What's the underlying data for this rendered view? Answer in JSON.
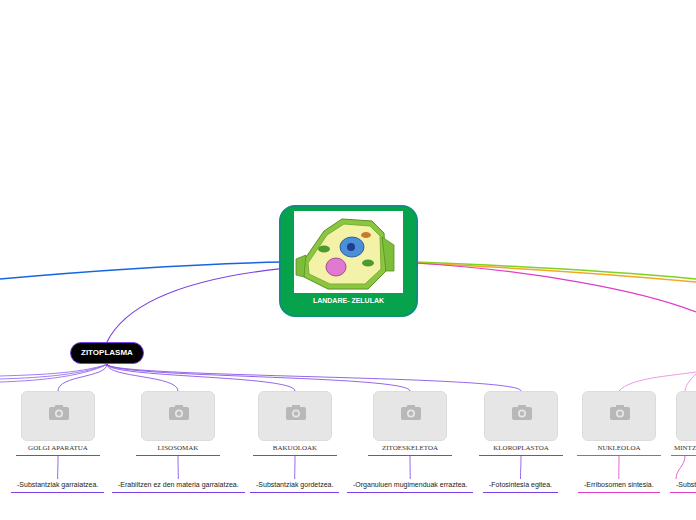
{
  "diagram": {
    "nodes": [
      {
        "text": [
          "LANDARE- ZELULAK"
        ]
      },
      {
        "text": [
          "ZITOPLASMA"
        ]
      },
      {
        "text": [
          "GOLGI APARATUA"
        ]
      },
      {
        "text": [
          "-Substantziak garraiatzea."
        ]
      },
      {
        "text": [
          "LISOSOMAK"
        ]
      },
      {
        "text": [
          "-Erabiltzen ez den materia garraiatzea."
        ]
      },
      {
        "text": [
          "BAKUOLOAK"
        ]
      },
      {
        "text": [
          "-Substantziak gordetzea."
        ]
      },
      {
        "text": [
          "ZITOESKELETOA"
        ]
      },
      {
        "text": [
          "-Organuluen mugimenduak erraztea."
        ]
      },
      {
        "text": [
          "KLOROPLASTOA"
        ]
      },
      {
        "text": [
          "-Fotosintesia egitea."
        ]
      },
      {
        "text": [
          "NUKLEOLOA"
        ]
      },
      {
        "text": [
          "-Erribosomen sintesia."
        ]
      },
      {
        "text": [
          "MINTZ"
        ]
      },
      {
        "text": [
          "-Subst"
        ]
      }
    ],
    "edges": [
      {
        "from": 0,
        "to": 1,
        "arrow": "none"
      },
      {
        "from": 1,
        "to": 2,
        "arrow": "none"
      },
      {
        "from": 1,
        "to": 4,
        "arrow": "none"
      },
      {
        "from": 1,
        "to": 6,
        "arrow": "none"
      },
      {
        "from": 1,
        "to": 8,
        "arrow": "none"
      },
      {
        "from": 1,
        "to": 10,
        "arrow": "none"
      },
      {
        "from": 2,
        "to": 3,
        "arrow": "none"
      },
      {
        "from": 4,
        "to": 5,
        "arrow": "none"
      },
      {
        "from": 6,
        "to": 7,
        "arrow": "none"
      },
      {
        "from": 8,
        "to": 9,
        "arrow": "none"
      },
      {
        "from": 10,
        "to": 11,
        "arrow": "none"
      },
      {
        "from": 12,
        "to": 13,
        "arrow": "none"
      },
      {
        "from": 14,
        "to": 15,
        "arrow": "none"
      }
    ]
  }
}
